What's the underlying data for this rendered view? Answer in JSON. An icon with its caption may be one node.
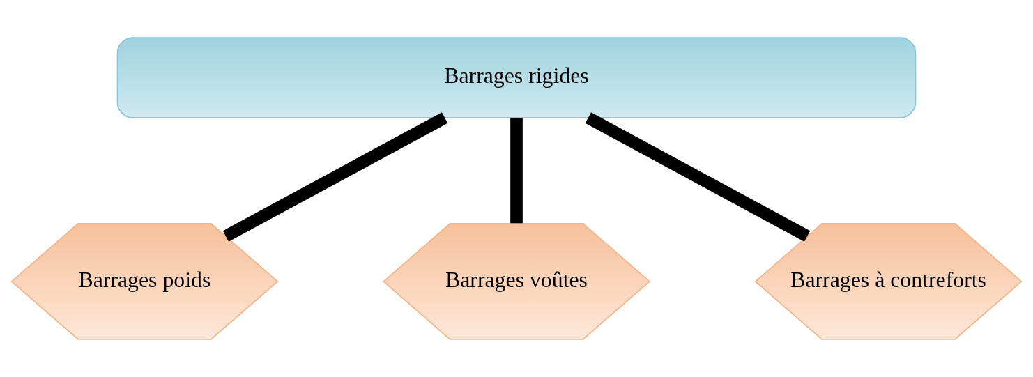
{
  "diagram": {
    "nodes": [
      {
        "text": [
          "Barrages rigides"
        ]
      },
      {
        "text": [
          "Barrages poids"
        ]
      },
      {
        "text": [
          "Barrages voûtes"
        ]
      },
      {
        "text": [
          "Barrages à contreforts"
        ]
      }
    ],
    "edges": [
      {
        "from": 0,
        "to": 1,
        "arrow": "none"
      },
      {
        "from": 0,
        "to": 2,
        "arrow": "none"
      },
      {
        "from": 0,
        "to": 3,
        "arrow": "none"
      }
    ]
  }
}
